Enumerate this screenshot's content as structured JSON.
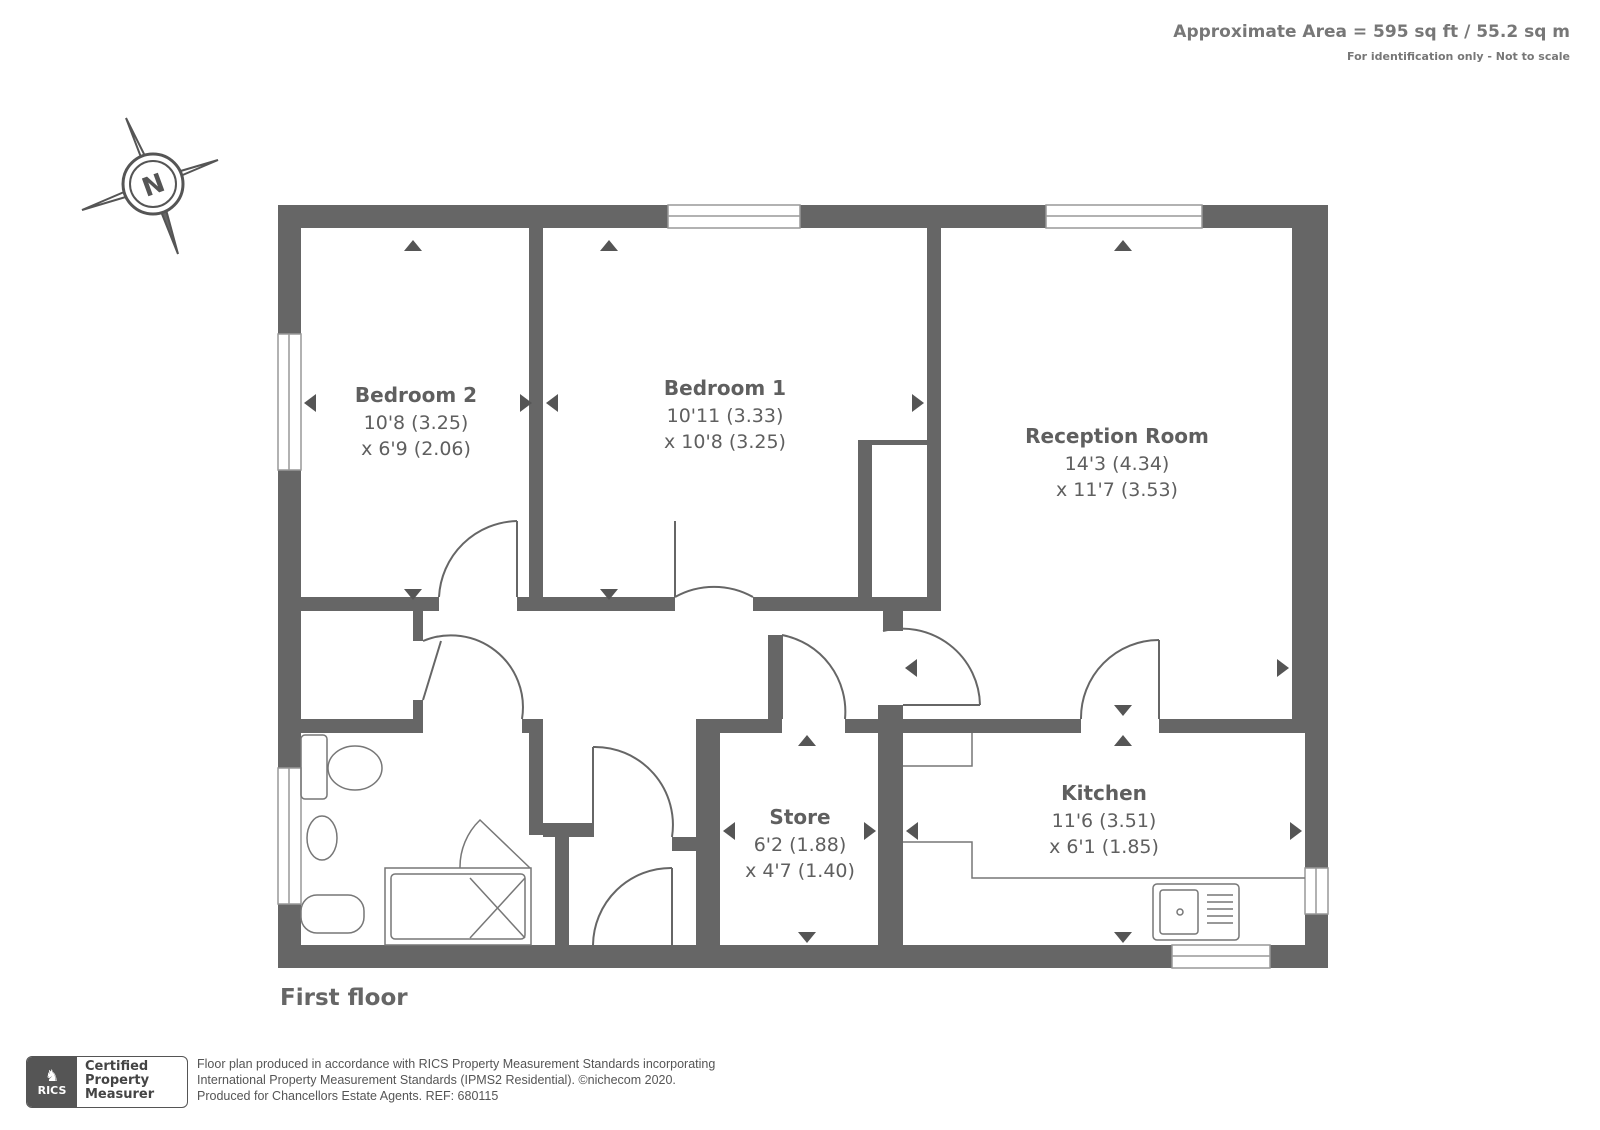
{
  "header": {
    "area": "Approximate Area = 595 sq ft / 55.2 sq m",
    "note": "For identification only - Not to scale"
  },
  "compass": {
    "label": "N"
  },
  "rooms": {
    "bedroom2": {
      "name": "Bedroom 2",
      "dim1": "10'8 (3.25)",
      "dim2": "x 6'9 (2.06)"
    },
    "bedroom1": {
      "name": "Bedroom 1",
      "dim1": "10'11 (3.33)",
      "dim2": "x 10'8 (3.25)"
    },
    "reception": {
      "name": "Reception Room",
      "dim1": "14'3 (4.34)",
      "dim2": "x 11'7 (3.53)"
    },
    "store": {
      "name": "Store",
      "dim1": "6'2 (1.88)",
      "dim2": "x 4'7 (1.40)"
    },
    "kitchen": {
      "name": "Kitchen",
      "dim1": "11'6 (3.51)",
      "dim2": "x 6'1 (1.85)"
    }
  },
  "floor_label": "First floor",
  "badge": {
    "logo_text": "RICS",
    "line1": "Certified",
    "line2": "Property",
    "line3": "Measurer"
  },
  "footer": {
    "line1": "Floor plan produced in accordance with RICS Property Measurement Standards incorporating",
    "line2": "International Property Measurement Standards (IPMS2 Residential).   ©nichecom 2020.",
    "line3": "Produced for Chancellors Estate Agents.   REF:  680115"
  },
  "colors": {
    "wall": "#666666",
    "fixture": "#888888",
    "text": "#5f5f5f"
  }
}
